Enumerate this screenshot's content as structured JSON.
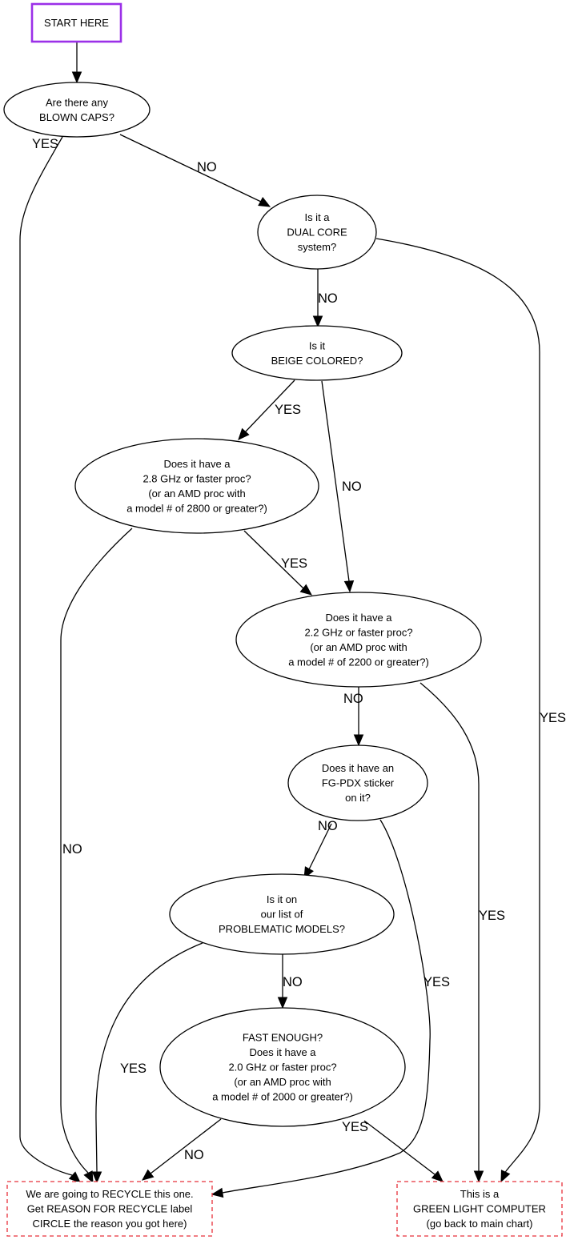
{
  "diagram": {
    "type": "flowchart",
    "colors": {
      "start_border": "#9b30e8",
      "terminal_border": "#e8303a",
      "line": "#000000"
    },
    "nodes": {
      "start": {
        "lines": [
          "START HERE"
        ]
      },
      "blown_caps": {
        "lines": [
          "Are there any",
          "BLOWN CAPS?"
        ]
      },
      "dual_core": {
        "lines": [
          "Is it a",
          "DUAL CORE",
          "system?"
        ]
      },
      "beige": {
        "lines": [
          "Is it",
          "BEIGE COLORED?"
        ]
      },
      "ghz28": {
        "lines": [
          "Does it have a",
          "2.8 GHz or faster proc?",
          "(or an AMD proc with",
          "a model # of 2800 or greater?)"
        ]
      },
      "ghz22": {
        "lines": [
          "Does it have a",
          "2.2 GHz or faster proc?",
          "(or an AMD proc with",
          "a model # of 2200 or greater?)"
        ]
      },
      "sticker": {
        "lines": [
          "Does it have an",
          "FG-PDX sticker",
          "on it?"
        ]
      },
      "problematic": {
        "lines": [
          "Is it on",
          "our list of",
          "PROBLEMATIC MODELS?"
        ]
      },
      "fast_enough": {
        "lines": [
          "FAST ENOUGH?",
          "Does it have a",
          "2.0 GHz or faster proc?",
          "(or an AMD proc with",
          "a model # of 2000 or greater?)"
        ]
      },
      "recycle": {
        "lines": [
          "We are going to RECYCLE this one.",
          "Get REASON FOR RECYCLE label",
          "CIRCLE the reason you got here)"
        ]
      },
      "green_light": {
        "lines": [
          "This is a",
          "GREEN LIGHT COMPUTER",
          "(go back to main chart)"
        ]
      }
    },
    "edges": [
      {
        "id": "start-blown",
        "from": "start",
        "to": "blown_caps",
        "label": ""
      },
      {
        "id": "blown-recycle",
        "from": "blown_caps",
        "to": "recycle",
        "label": "YES"
      },
      {
        "id": "blown-dual",
        "from": "blown_caps",
        "to": "dual_core",
        "label": "NO"
      },
      {
        "id": "dual-green",
        "from": "dual_core",
        "to": "green_light",
        "label": "YES"
      },
      {
        "id": "dual-beige",
        "from": "dual_core",
        "to": "beige",
        "label": "NO"
      },
      {
        "id": "beige-28",
        "from": "beige",
        "to": "ghz28",
        "label": "YES"
      },
      {
        "id": "beige-22",
        "from": "beige",
        "to": "ghz22",
        "label": "NO"
      },
      {
        "id": "28-22",
        "from": "ghz28",
        "to": "ghz22",
        "label": "YES"
      },
      {
        "id": "28-recycle",
        "from": "ghz28",
        "to": "recycle",
        "label": "NO"
      },
      {
        "id": "22-green",
        "from": "ghz22",
        "to": "green_light",
        "label": "YES"
      },
      {
        "id": "22-sticker",
        "from": "ghz22",
        "to": "sticker",
        "label": "NO"
      },
      {
        "id": "sticker-recycle",
        "from": "sticker",
        "to": "recycle",
        "label": "YES"
      },
      {
        "id": "sticker-prob",
        "from": "sticker",
        "to": "problematic",
        "label": "NO"
      },
      {
        "id": "prob-recycle",
        "from": "problematic",
        "to": "recycle",
        "label": "YES"
      },
      {
        "id": "prob-fast",
        "from": "problematic",
        "to": "fast_enough",
        "label": "NO"
      },
      {
        "id": "fast-recycle",
        "from": "fast_enough",
        "to": "recycle",
        "label": "NO"
      },
      {
        "id": "fast-green",
        "from": "fast_enough",
        "to": "green_light",
        "label": "YES"
      }
    ]
  }
}
